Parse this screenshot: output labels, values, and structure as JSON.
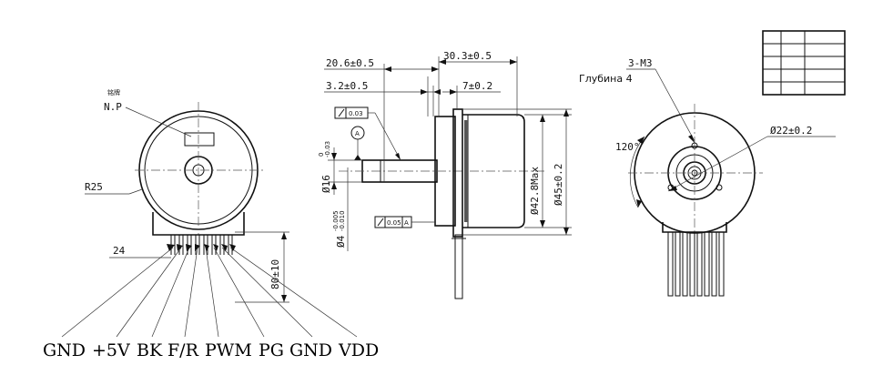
{
  "front_view": {
    "nameplate_cn": "铭牌",
    "nameplate": "N.P",
    "radius": "R25",
    "pitch": "24",
    "lead_length": "80±10"
  },
  "pin_labels": [
    "GND",
    "+5V",
    "BK",
    "F/R",
    "PWM",
    "PG",
    "GND",
    "VDD"
  ],
  "side_view": {
    "dim_overall": "20.6±0.5",
    "dim_body": "30.3±0.5",
    "dim_flange": "3.2±0.5",
    "dim_boss": "7±0.2",
    "tol_runout": "0.03",
    "tol_perp": "0.05",
    "datum": "A",
    "shaft_dia": "Ø16",
    "shaft_dia_tol_top": "0",
    "shaft_dia_tol_bot": "-0.03",
    "bore_dia": "Ø4",
    "bore_tol_top": "-0.005",
    "bore_tol_bot": "-0.010",
    "body_dia": "Ø42.8Max",
    "flange_dia": "Ø45±0.2"
  },
  "rear_view": {
    "screws": "3-M3",
    "depth_note": "Глубина 4",
    "pcd": "Ø22±0.2",
    "angle": "120°"
  }
}
